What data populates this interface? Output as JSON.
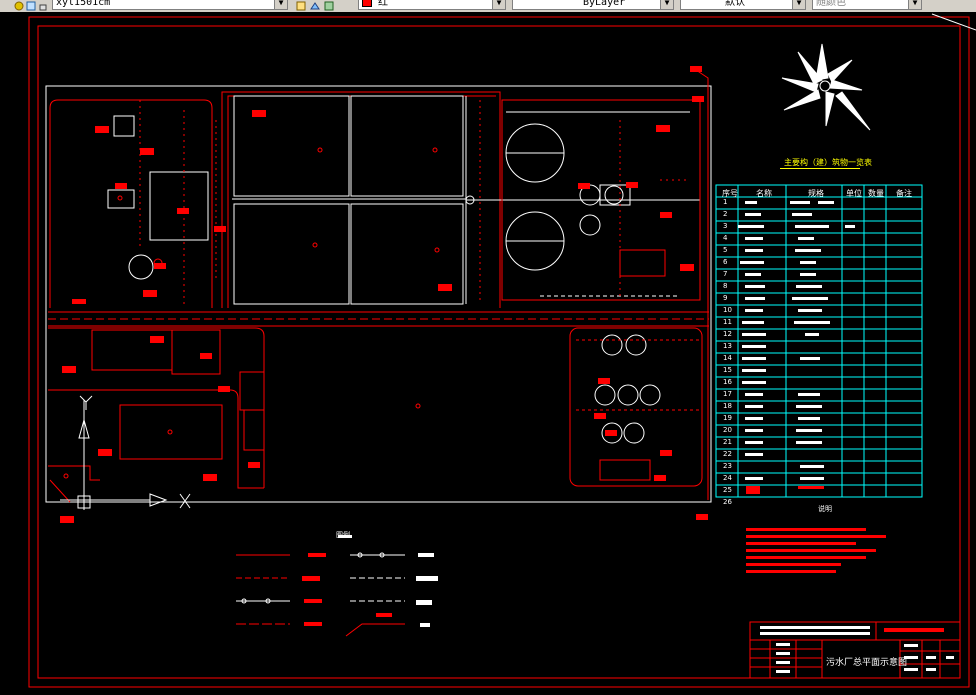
{
  "toolbar": {
    "layer_value": "xyl1501cm",
    "color_value": "红",
    "linetype_value": "ByLayer",
    "lineweight_value": "默认",
    "plotstyle_value": "随颜色"
  },
  "drawing": {
    "colors": {
      "frame": "#ff0000",
      "white": "#ffffff",
      "cyan": "#00ffff",
      "yellow": "#ffff00",
      "tag": "#ff0000"
    },
    "table_title": "主要构（建）筑物一览表",
    "table_headers": [
      "序号",
      "名称",
      "规格",
      "单位",
      "数量",
      "备注"
    ],
    "table_row_numbers": [
      "1",
      "2",
      "3",
      "4",
      "5",
      "6",
      "7",
      "8",
      "9",
      "10",
      "11",
      "12",
      "13",
      "14",
      "15",
      "16",
      "17",
      "18",
      "19",
      "20",
      "21",
      "22",
      "23",
      "24",
      "25",
      "26"
    ],
    "notes_title": "说明",
    "legend_title": "图例",
    "title_block_name": "污水厂总平面示意图"
  }
}
